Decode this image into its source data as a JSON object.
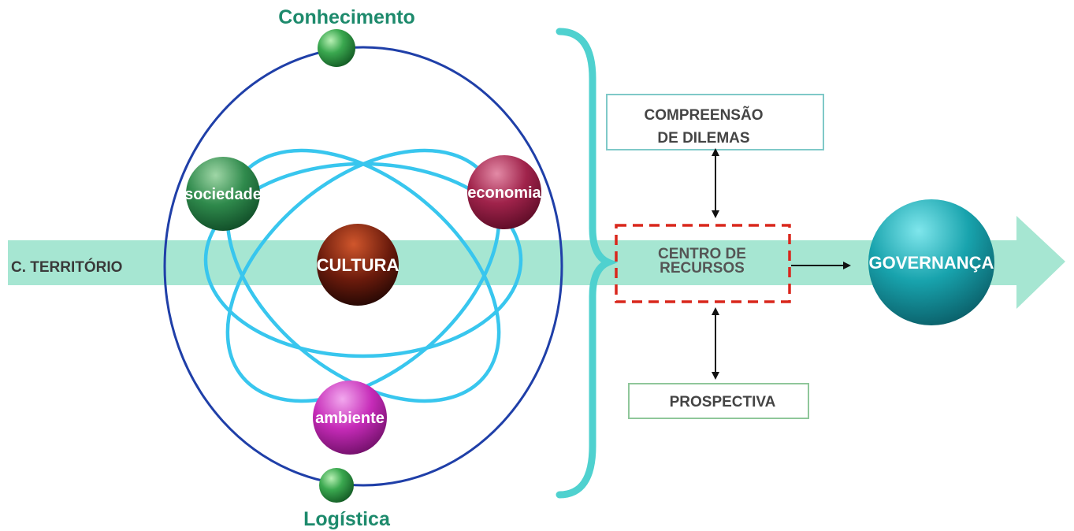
{
  "nodes": {
    "conhecimento": "Conhecimento",
    "logistica": "Logística",
    "sociedade": "sociedade",
    "economia": "economia",
    "cultura": "CULTURA",
    "ambiente": "ambiente",
    "governanca": "GOVERNANÇA"
  },
  "band_label": "C. TERRITÓRIO",
  "boxes": {
    "compreensao_line1": "COMPREENSÃO",
    "compreensao_line2": "DE DILEMAS",
    "centro_line1": "CENTRO DE",
    "centro_line2": "RECURSOS",
    "prospectiva": "PROSPECTIVA"
  },
  "colors": {
    "band": "#a6e6d2",
    "orbit_outer": "#1f3fa8",
    "orbit_inner": "#38c6ee",
    "brace": "#4fd1cf",
    "node_green": "#2e8c4f",
    "node_crimson": "#9c1f47",
    "node_culture": "#6b1b0c",
    "node_purple": "#c62bb8",
    "node_governance": "#18a3ad",
    "centro_border": "#d9271c",
    "label_teal": "#1d8a6c"
  }
}
